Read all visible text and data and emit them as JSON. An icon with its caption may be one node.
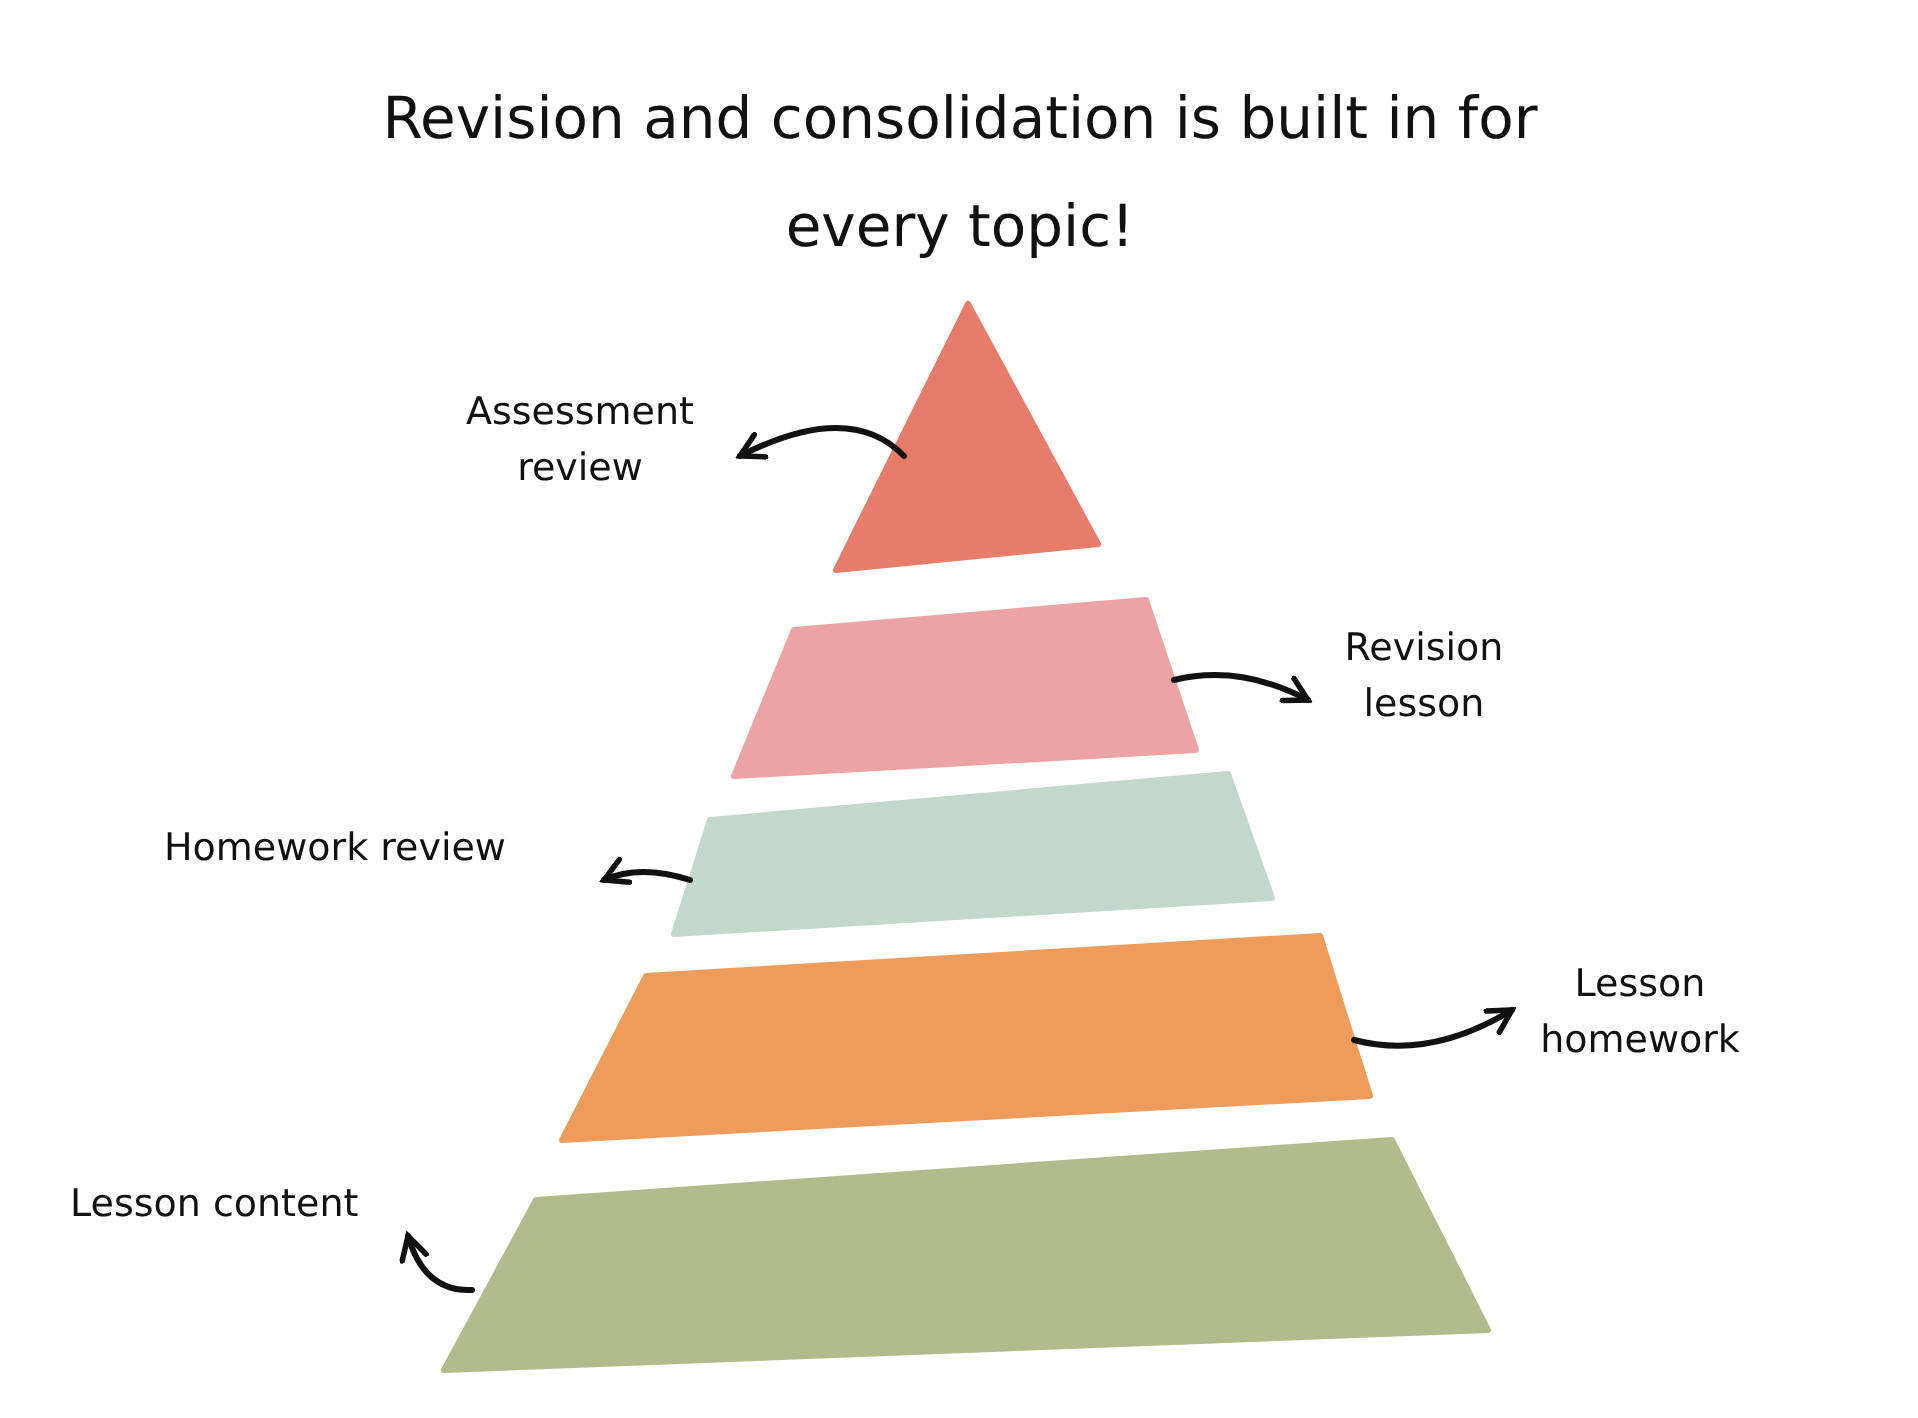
{
  "diagram": {
    "title": "Revision and consolidation is built in for every topic!",
    "nodes": [
      {
        "text": [
          "Assessment review"
        ]
      },
      {
        "text": [],
        "shape": "triangle"
      },
      {
        "text": [],
        "shape": "trapezoid"
      },
      {
        "text": [
          "Revision lesson"
        ]
      },
      {
        "text": [
          "Homework review"
        ]
      },
      {
        "text": [],
        "shape": "trapezoid"
      },
      {
        "text": [],
        "shape": "trapezoid"
      },
      {
        "text": [
          "Lesson homework"
        ]
      },
      {
        "text": [
          "Lesson content"
        ]
      },
      {
        "text": [],
        "shape": "trapezoid"
      }
    ],
    "edges": [
      {
        "from": 1,
        "to": 0,
        "arrow": "to"
      },
      {
        "from": 2,
        "to": 3,
        "arrow": "to"
      },
      {
        "from": 5,
        "to": 4,
        "arrow": "to"
      },
      {
        "from": 6,
        "to": 7,
        "arrow": "to"
      },
      {
        "from": 9,
        "to": 8,
        "arrow": "to"
      }
    ]
  }
}
